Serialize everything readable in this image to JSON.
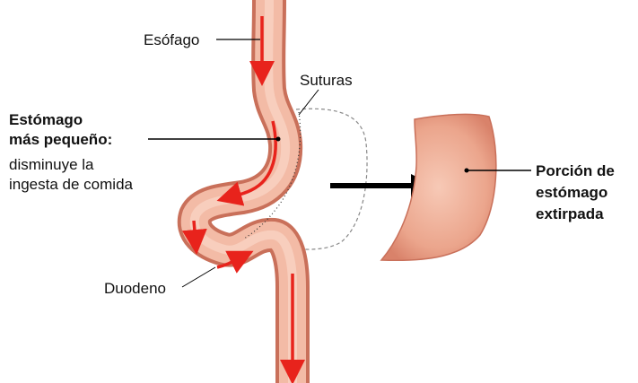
{
  "labels": {
    "esofago": "Esófago",
    "suturas": "Suturas",
    "estomago_pequeno_line1": "Estómago",
    "estomago_pequeno_line2": "más pequeño:",
    "disminuye_line1": "disminuye la",
    "disminuye_line2": "ingesta  de comida",
    "duodeno": "Duodeno",
    "porcion_line1": "Porción de",
    "porcion_line2": "estómago",
    "porcion_line3": "extirpada"
  },
  "colors": {
    "tissue": "#f2b8a2",
    "tissue_dark": "#d9826a",
    "arrow_red": "#e8231c",
    "outline_dashed": "#888888",
    "big_arrow": "#000000"
  }
}
